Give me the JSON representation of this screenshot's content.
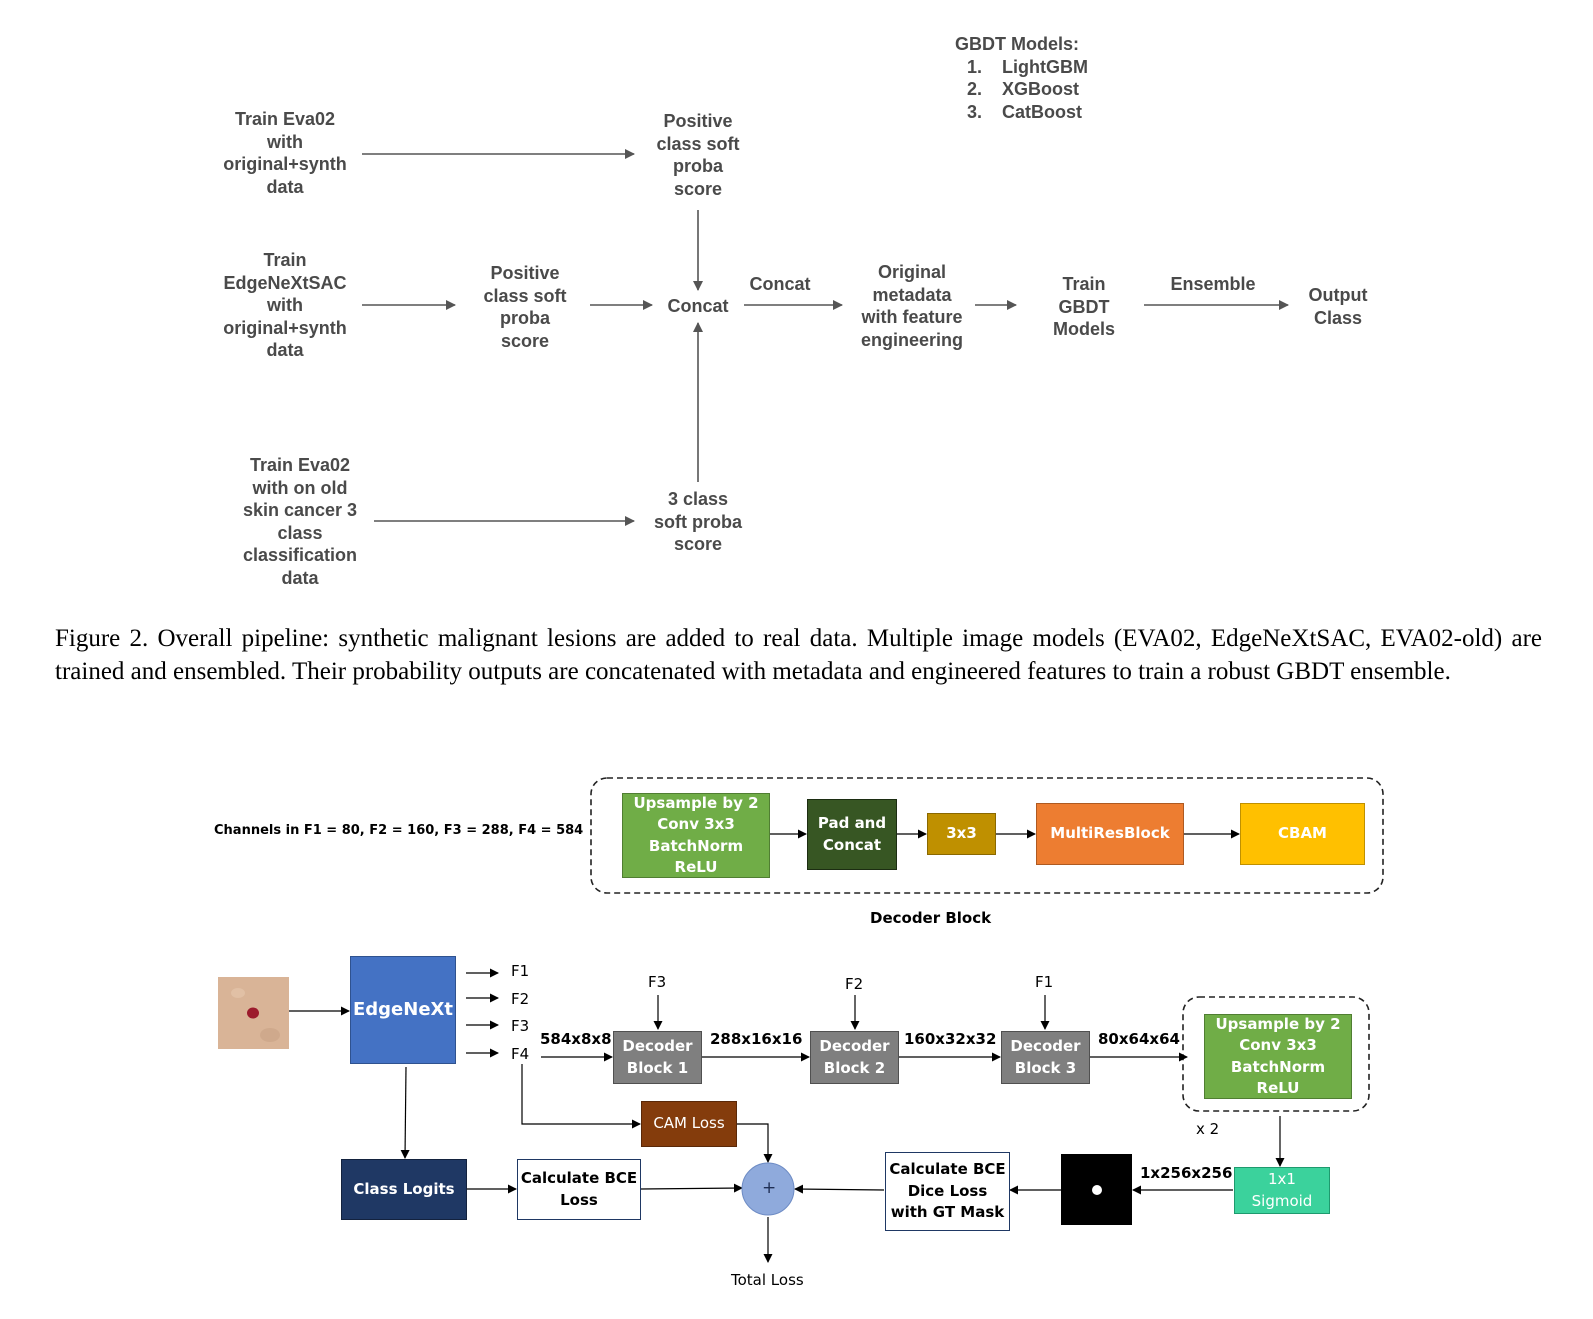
{
  "pipeline": {
    "gbdt_title": "GBDT Models:",
    "gbdt_models": [
      {
        "num": "1.",
        "name": "LightGBM"
      },
      {
        "num": "2.",
        "name": "XGBoost"
      },
      {
        "num": "3.",
        "name": "CatBoost"
      }
    ],
    "train_eva02": "Train Eva02\nwith\noriginal+synth\ndata",
    "train_edgenext": "Train\nEdgeNeXtSAC\nwith\noriginal+synth\ndata",
    "train_eva02_old": "Train Eva02\nwith on old\nskin cancer 3\nclass\nclassification\ndata",
    "pos_score_top": "Positive\nclass soft\nproba\nscore",
    "pos_score_mid": "Positive\nclass soft\nproba\nscore",
    "three_class_score": "3 class\nsoft proba\nscore",
    "concat_node": "Concat",
    "concat_edge_label": "Concat",
    "original_metadata": "Original\nmetadata\nwith feature\nengineering",
    "train_gbdt": "Train\nGBDT\nModels",
    "ensemble_label": "Ensemble",
    "output_class": "Output\nClass"
  },
  "caption": "Figure 2. Overall pipeline: synthetic malignant lesions are added to real data. Multiple image models (EVA02, EdgeNeXtSAC, EVA02-old) are trained and ensembled. Their probability outputs are concatenated with metadata and engineered features to train a robust GBDT ensemble.",
  "architecture": {
    "channels_note": "Channels in F1 = 80, F2 = 160, F3 = 288, F4 = 584",
    "decoder_block_label": "Decoder Block",
    "decoder_steps": {
      "upsample": "Upsample by 2\nConv 3x3\nBatchNorm\nReLU",
      "pad_concat": "Pad and\nConcat",
      "conv3x3": "3x3",
      "multires": "MultiResBlock",
      "cbam": "CBAM"
    },
    "backbone": "EdgeNeXt",
    "features": [
      "F1",
      "F2",
      "F3",
      "F4"
    ],
    "decoders": [
      "Decoder\nBlock 1",
      "Decoder\nBlock 2",
      "Decoder\nBlock 3"
    ],
    "skip_inputs": [
      "F3",
      "F2",
      "F1"
    ],
    "shapes": [
      "584x8x8",
      "288x16x16",
      "160x32x32",
      "80x64x64",
      "1x256x256"
    ],
    "final_upsample": "Upsample by 2\nConv 3x3\nBatchNorm\nReLU",
    "repeat": "x 2",
    "sigmoid": "1x1\nSigmoid",
    "cam_loss": "CAM Loss",
    "class_logits": "Class Logits",
    "bce_loss": "Calculate BCE\nLoss",
    "bce_dice_loss": "Calculate BCE\nDice Loss\nwith GT Mask",
    "plus": "+",
    "total_loss": "Total Loss"
  },
  "colors": {
    "flow_text": "#4a4a4a",
    "upsample_green": "#70ad47",
    "dark_green": "#375623",
    "gold": "#bf9000",
    "orange": "#ed7d31",
    "yellow": "#ffc000",
    "edgenext_blue": "#4472c4",
    "decoder_gray": "#7f7f7f",
    "cam_brown": "#843c0c",
    "navy": "#1f3864",
    "teal": "#3bd29c",
    "plus_circle": "#8faadc"
  }
}
